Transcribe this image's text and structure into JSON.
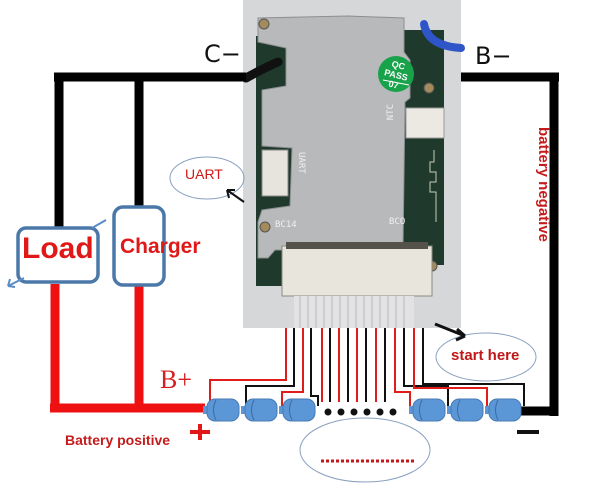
{
  "title": "BMS wiring diagram",
  "labels": {
    "c_minus": "C−",
    "b_minus": "B−",
    "b_plus": "B+",
    "load": "Load",
    "charger": "Charger",
    "uart": "UART",
    "start_here": "start here",
    "battery_positive": "Battery positive",
    "battery_negative": "battery negative",
    "plus_sign": "+",
    "minus_sign": "−"
  },
  "board": {
    "qc_sticker": [
      "QC",
      "PASS",
      "07"
    ],
    "silkscreen": {
      "uart": "UART",
      "ntc": "NTC",
      "bc14": "BC14",
      "bc0": "BCO"
    }
  },
  "cells": {
    "left_group_count": 3,
    "right_group_count": 3,
    "ellipsis_dots": 6
  },
  "colors": {
    "positive_wire": "#ee1111",
    "negative_wire": "#000000",
    "cell": "#5b97d6",
    "box_border": "#4a78a8",
    "sticker": "#18a24a",
    "board_metal": "#b9bbbd",
    "pcb_green": "#1f3a2c"
  }
}
